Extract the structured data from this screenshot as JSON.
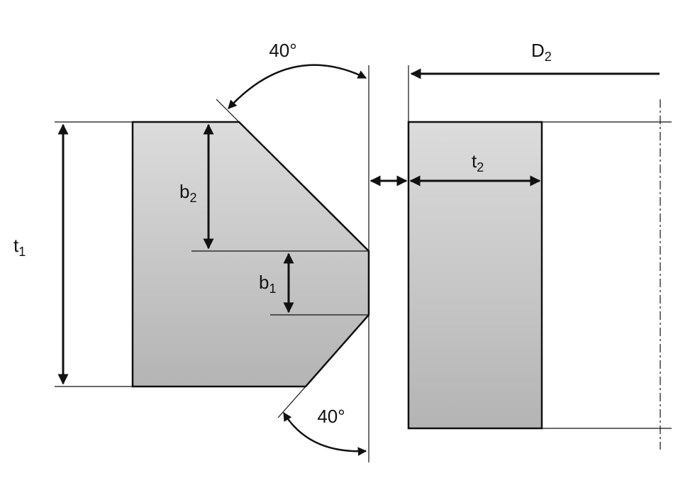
{
  "labels": {
    "angle_top": "40°",
    "angle_bottom": "40°",
    "t1": {
      "base": "t",
      "sub": "1"
    },
    "t2": {
      "base": "t",
      "sub": "2"
    },
    "b1": {
      "base": "b",
      "sub": "1"
    },
    "b2": {
      "base": "b",
      "sub": "2"
    },
    "D2": {
      "base": "D",
      "sub": "2"
    }
  },
  "colors": {
    "line": "#111111",
    "fill_light": "#dcdcdc",
    "fill_dark": "#b4b4b4"
  }
}
